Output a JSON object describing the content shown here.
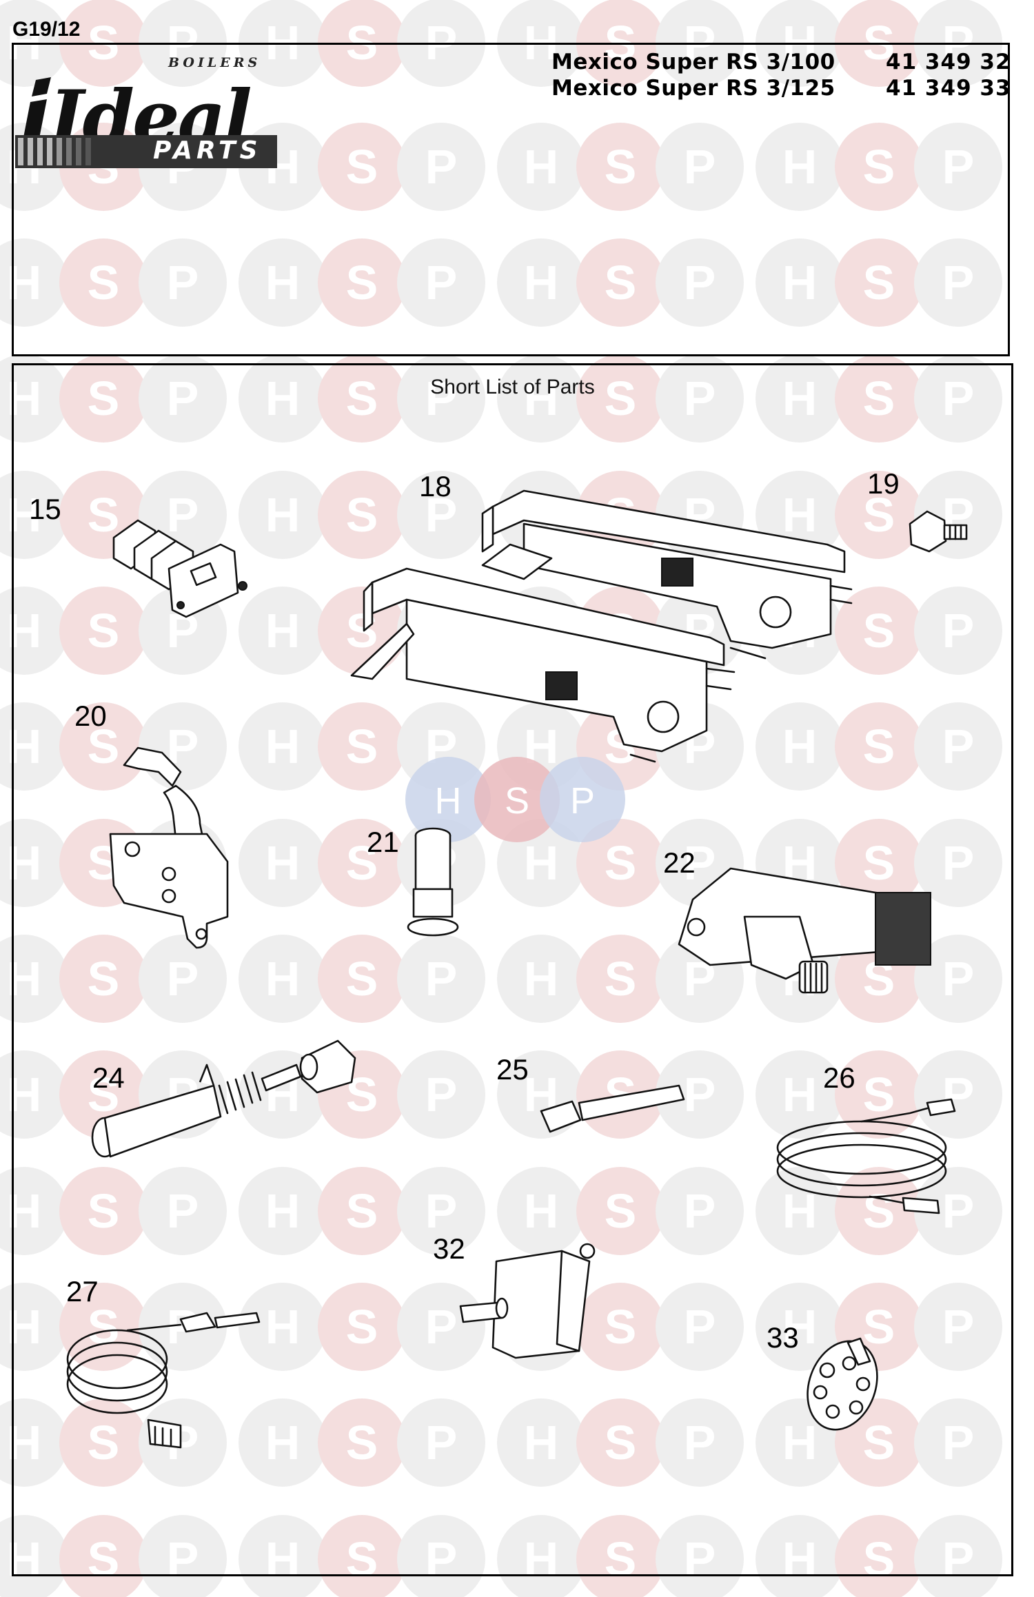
{
  "sheet": {
    "code": "G19/12"
  },
  "brand": {
    "name": "Ideal",
    "tagline": "BOILERS",
    "subbrand": "PARTS"
  },
  "models": [
    {
      "name": "Mexico Super RS 3/100",
      "part_number": "41 349 32"
    },
    {
      "name": "Mexico Super RS 3/125",
      "part_number": "41 349 33"
    }
  ],
  "watermark": {
    "letters": [
      "H",
      "S",
      "P"
    ]
  },
  "parts_section": {
    "title": "Short List of Parts",
    "callouts": [
      "15",
      "18",
      "19",
      "20",
      "21",
      "22",
      "24",
      "25",
      "26",
      "27",
      "32",
      "33"
    ]
  },
  "colors": {
    "line": "#111111",
    "watermark_grey": "#eeeeee",
    "watermark_red": "#f4dede",
    "center_blue": "#c9d4ea",
    "center_red": "#e9b8bc"
  }
}
